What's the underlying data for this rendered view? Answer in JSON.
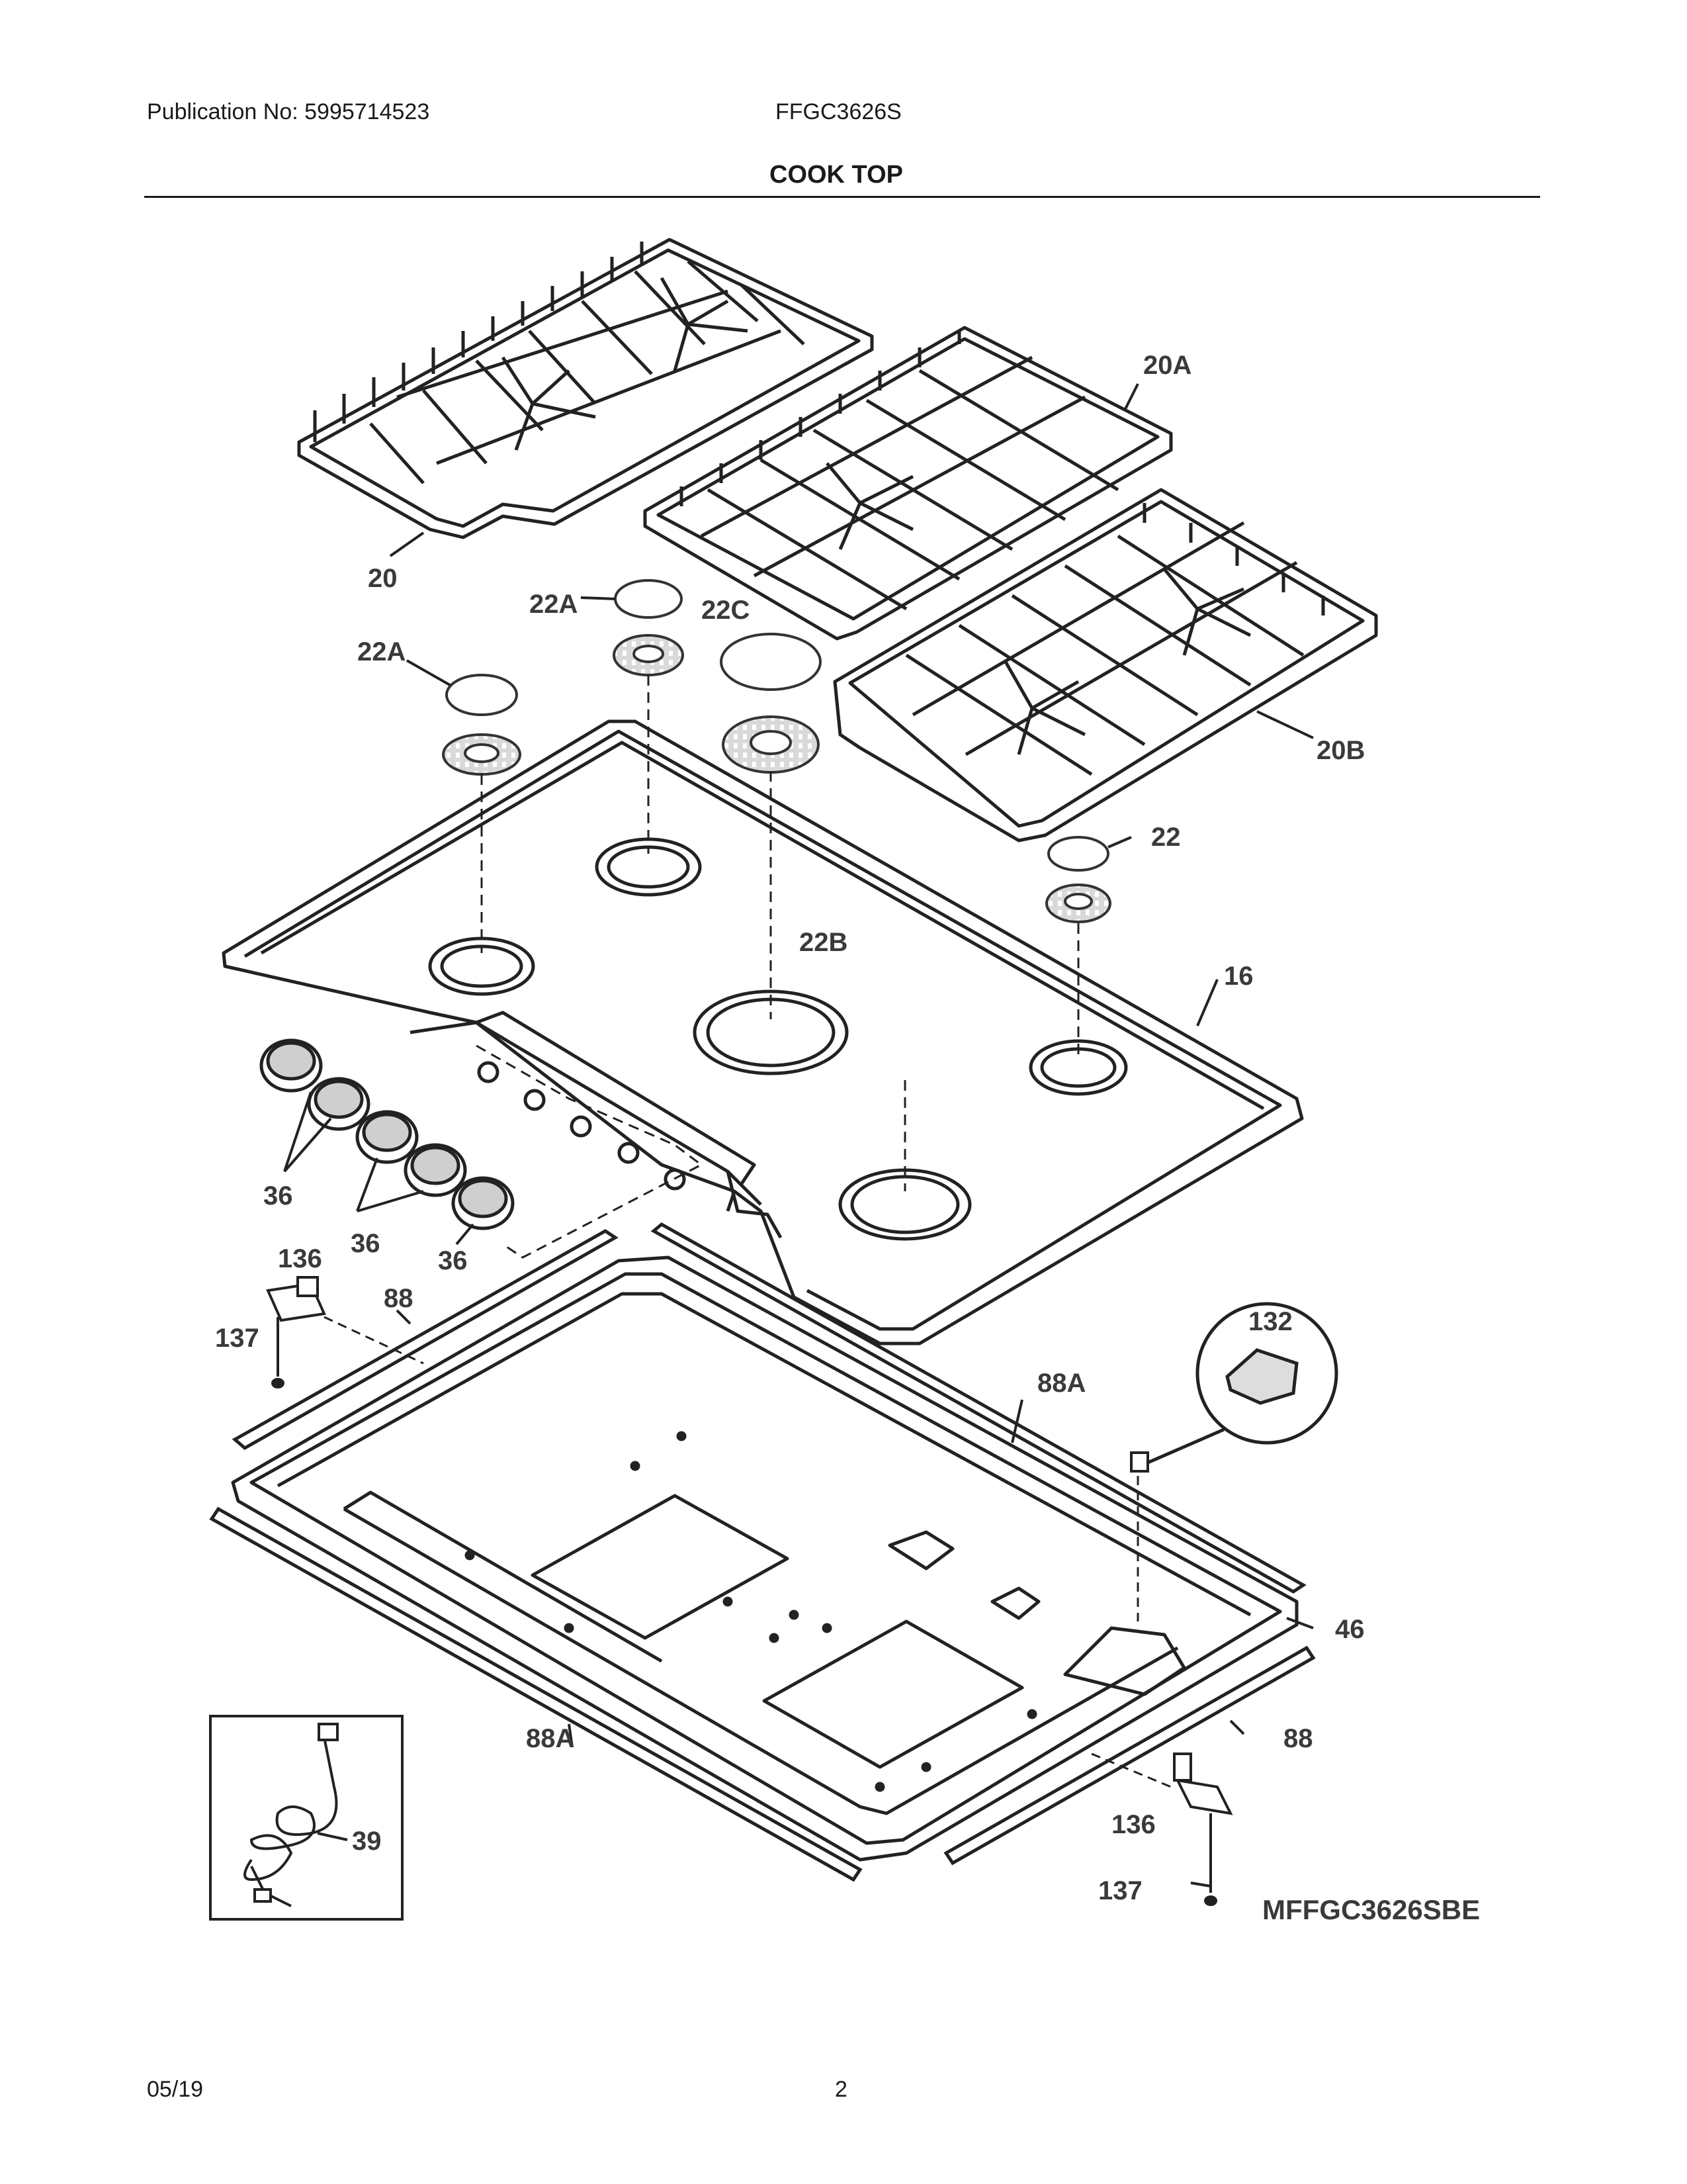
{
  "header": {
    "publication": "Publication No: 5995714523",
    "model": "FFGC3626S",
    "section_title": "COOK TOP"
  },
  "footer": {
    "date": "05/19",
    "page": "2"
  },
  "diagram": {
    "model_tag": "MFFGC3626SBE",
    "labels": {
      "grate_left": "20",
      "grate_center": "20A",
      "grate_right": "20B",
      "cap_left_a": "22A",
      "cap_center_a": "22A",
      "cap_center_c": "22C",
      "cap_right": "22",
      "cap_center_b": "22B",
      "cooktop": "16",
      "knobs_1": "36",
      "knobs_2": "36",
      "knobs_3": "36",
      "bracket_left": "136",
      "screw_left": "137",
      "seal_left": "88",
      "seal_back": "88A",
      "igniter_switch": "132",
      "burner_box": "46",
      "seal_right": "88",
      "seal_front": "88A",
      "bracket_right": "136",
      "screw_right": "137",
      "power_cord": "39"
    }
  }
}
